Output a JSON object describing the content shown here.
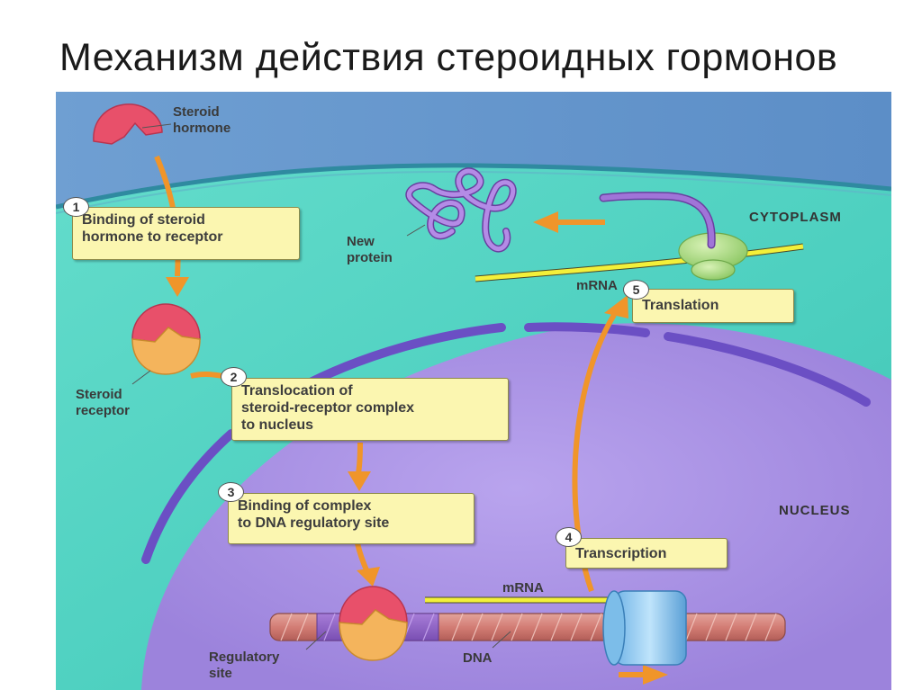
{
  "title": "Механизм действия стероидных гормонов",
  "colors": {
    "cytoplasm": "#4fd6c4",
    "nucleus": "#a991e6",
    "membrane": "#7a5fd0",
    "arrow": "#f0952a",
    "step_box": "#fbf6b0",
    "hormone": "#e8506a",
    "receptor": "#f4b45c",
    "mrna": "#f3f03a",
    "new_protein": "#a074d8",
    "ribosome": "#a6d97a"
  },
  "regions": {
    "cytoplasm": "CYTOPLASM",
    "nucleus": "NUCLEUS"
  },
  "labels": {
    "steroid_hormone_1": "Steroid",
    "steroid_hormone_2": "hormone",
    "steroid_receptor_1": "Steroid",
    "steroid_receptor_2": "receptor",
    "new_protein_1": "New",
    "new_protein_2": "protein",
    "mrna_cytoplasm": "mRNA",
    "mrna_nucleus": "mRNA",
    "regulatory_site_1": "Regulatory",
    "regulatory_site_2": "site",
    "dna": "DNA"
  },
  "steps": [
    {
      "number": "1",
      "line1": "Binding of steroid",
      "line2": "hormone to receptor",
      "line3": ""
    },
    {
      "number": "2",
      "line1": "Translocation of",
      "line2": "steroid-receptor complex",
      "line3": "to nucleus"
    },
    {
      "number": "3",
      "line1": "Binding of complex",
      "line2": "to DNA regulatory site",
      "line3": ""
    },
    {
      "number": "4",
      "line1": "Transcription",
      "line2": "",
      "line3": ""
    },
    {
      "number": "5",
      "line1": "Translation",
      "line2": "",
      "line3": ""
    }
  ]
}
